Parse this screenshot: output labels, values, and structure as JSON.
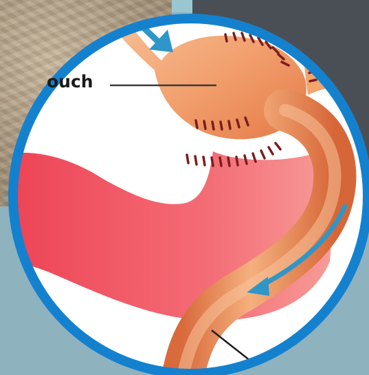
{
  "labels": {
    "pouch_label": "ouch"
  },
  "colors": {
    "ring": "#1481cf",
    "stomach": "#ef5967",
    "intestine": "#f0aa78",
    "arrow": "#2f96c8",
    "background_dark": "#4a4f55",
    "background_teal": "#8fb2bf"
  },
  "icons": {
    "arrow_into_pouch": "down-right-arrow",
    "arrow_along_intestine": "down-left-arrow"
  }
}
